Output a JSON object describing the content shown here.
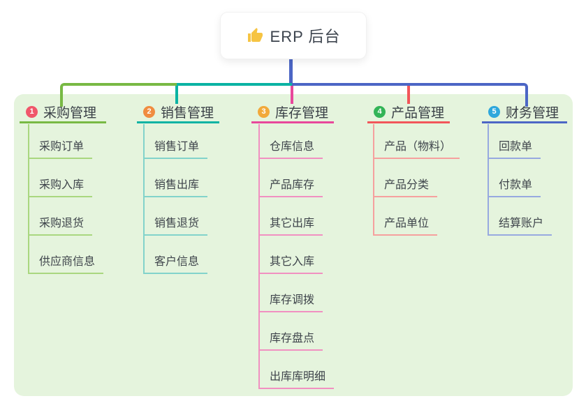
{
  "root": {
    "label": "ERP 后台",
    "icon": "thumbs-up-icon"
  },
  "branches": [
    {
      "index": "1",
      "label": "采购管理",
      "badge_color": "#f0566a",
      "line_color": "#78b944",
      "light_color": "#a9d77f",
      "children": [
        "采购订单",
        "采购入库",
        "采购退货",
        "供应商信息"
      ]
    },
    {
      "index": "2",
      "label": "销售管理",
      "badge_color": "#f08c40",
      "line_color": "#0ab3a3",
      "light_color": "#82d3cb",
      "children": [
        "销售订单",
        "销售出库",
        "销售退货",
        "客户信息"
      ]
    },
    {
      "index": "3",
      "label": "库存管理",
      "badge_color": "#f2a93b",
      "line_color": "#e8489b",
      "light_color": "#f190c1",
      "children": [
        "仓库信息",
        "产品库存",
        "其它出库",
        "其它入库",
        "库存调拨",
        "库存盘点",
        "出库库明细"
      ]
    },
    {
      "index": "4",
      "label": "产品管理",
      "badge_color": "#33b457",
      "line_color": "#f2565a",
      "light_color": "#f6a09e",
      "children": [
        "产品（物料）",
        "产品分类",
        "产品单位"
      ]
    },
    {
      "index": "5",
      "label": "财务管理",
      "badge_color": "#2ea7dc",
      "line_color": "#4c66c5",
      "light_color": "#97a9e0",
      "children": [
        "回款单",
        "付款单",
        "结算账户"
      ]
    }
  ],
  "colors": {
    "panel_bg": "#e5f4dd",
    "root_connector": "#4c66c5",
    "bus_green": "#78b944",
    "bus_teal": "#0ab3a3",
    "bus_blue": "#4c66c5",
    "drop_magenta": "#e8489b",
    "drop_red": "#f2565a",
    "thumb_icon": "#f6c443",
    "badge_text": "#ffffff"
  }
}
